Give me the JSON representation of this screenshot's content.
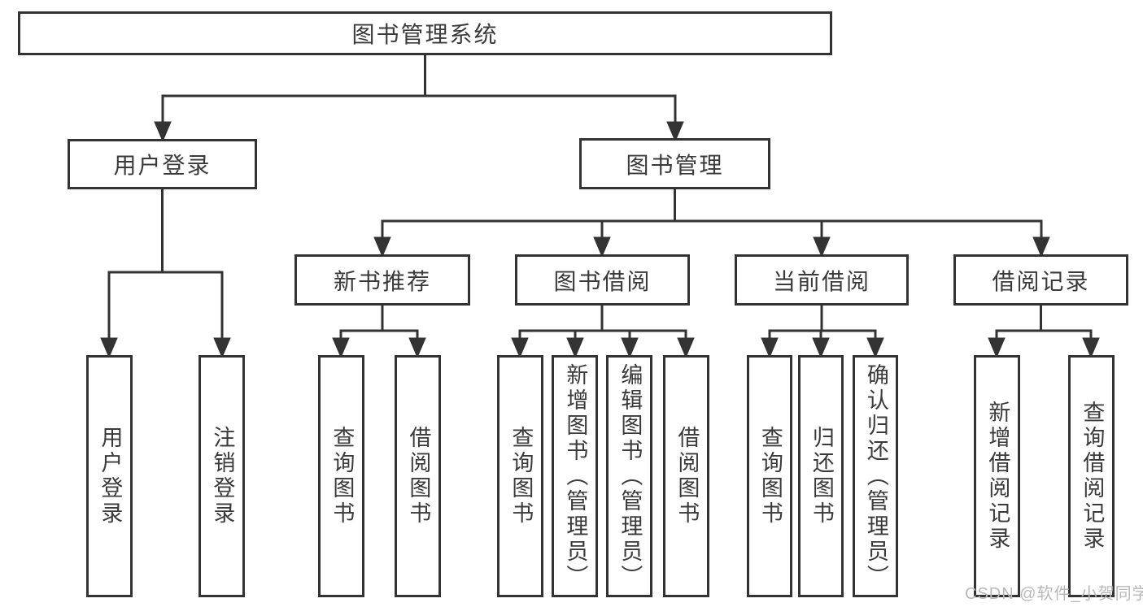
{
  "tree": {
    "root": "图书管理系统",
    "children": [
      {
        "label": "用户登录",
        "leaves": [
          "用户登录",
          "注销登录"
        ]
      },
      {
        "label": "图书管理",
        "children": [
          {
            "label": "新书推荐",
            "leaves": [
              "查询图书",
              "借阅图书"
            ]
          },
          {
            "label": "图书借阅",
            "leaves": [
              "查询图书",
              "新增图书（管理员）",
              "编辑图书（管理员）",
              "借阅图书"
            ]
          },
          {
            "label": "当前借阅",
            "leaves": [
              "查询图书",
              "归还图书",
              "确认归还（管理员）"
            ]
          },
          {
            "label": "借阅记录",
            "leaves": [
              "新增借阅记录",
              "查询借阅记录"
            ]
          }
        ]
      }
    ]
  },
  "watermark": {
    "text": "CSDN @软件_小贺同学"
  },
  "colors": {
    "line": "#333333",
    "text": "#3a3a3a",
    "background": "#ffffff",
    "watermark": "#b9b9b9"
  }
}
